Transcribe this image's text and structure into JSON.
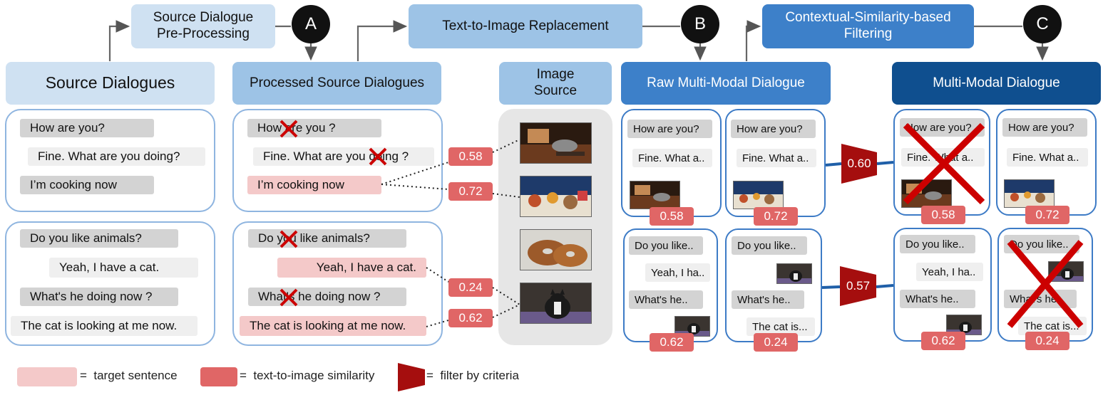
{
  "stages": {
    "preprocess": "Source Dialogue\nPre-Processing",
    "t2i": "Text-to-Image Replacement",
    "filter": "Contextual-Similarity-based\nFiltering",
    "source": "Source Dialogues",
    "processed": "Processed Source Dialogues",
    "image_source": "Image\nSource",
    "raw": "Raw Multi-Modal Dialogue",
    "mm": "Multi-Modal Dialogue"
  },
  "markers": {
    "a": "A",
    "b": "B",
    "c": "C"
  },
  "source": {
    "d1": [
      "How are you?",
      "Fine. What are you doing?",
      "I’m cooking now"
    ],
    "d2": [
      "Do you like animals?",
      "Yeah, I have a cat.",
      "What's he doing now ?",
      "The cat is looking at me now."
    ]
  },
  "processed": {
    "d1": [
      "How are you ?",
      "Fine. What are you doing ?",
      "I’m cooking now"
    ],
    "d2": [
      "Do you like animals?",
      "Yeah, I have a cat.",
      "What's he doing now ?",
      "The cat is looking at me now."
    ]
  },
  "similarity": [
    "0.58",
    "0.72",
    "0.24",
    "0.62"
  ],
  "raw": {
    "p1": {
      "t1": "How are you?",
      "t2": "Fine. What a..",
      "score": "0.58"
    },
    "p2": {
      "t1": "How are you?",
      "t2": "Fine. What a..",
      "score": "0.72"
    },
    "p3": {
      "t1": "Do you like..",
      "t2": "Yeah, I ha..",
      "t3": "What's he..",
      "score": "0.62"
    },
    "p4": {
      "t1": "Do you like..",
      "t2": "What's he..",
      "t3": "The cat is...",
      "score": "0.24"
    }
  },
  "filters": [
    "0.60",
    "0.57"
  ],
  "mm": {
    "p1": {
      "t1": "How are you?",
      "t2": "Fine. What a..",
      "score": "0.58"
    },
    "p2": {
      "t1": "How are you?",
      "t2": "Fine. What a..",
      "score": "0.72"
    },
    "p3": {
      "t1": "Do you like..",
      "t2": "Yeah, I ha..",
      "t3": "What's he..",
      "score": "0.62"
    },
    "p4": {
      "t1": "Do you like..",
      "t2": "What's he..",
      "t3": "The cat is...",
      "score": "0.24"
    }
  },
  "legend": {
    "target": "=  target sentence",
    "similarity": "=  text-to-image similarity",
    "filter": "=  filter by criteria"
  },
  "colors": {
    "score_red": "#e06666",
    "target_pink": "#f4c9c9",
    "filter_dark_red": "#a50e0e",
    "cross_red": "#cc0000",
    "connector_blue": "#1f5fa8"
  }
}
